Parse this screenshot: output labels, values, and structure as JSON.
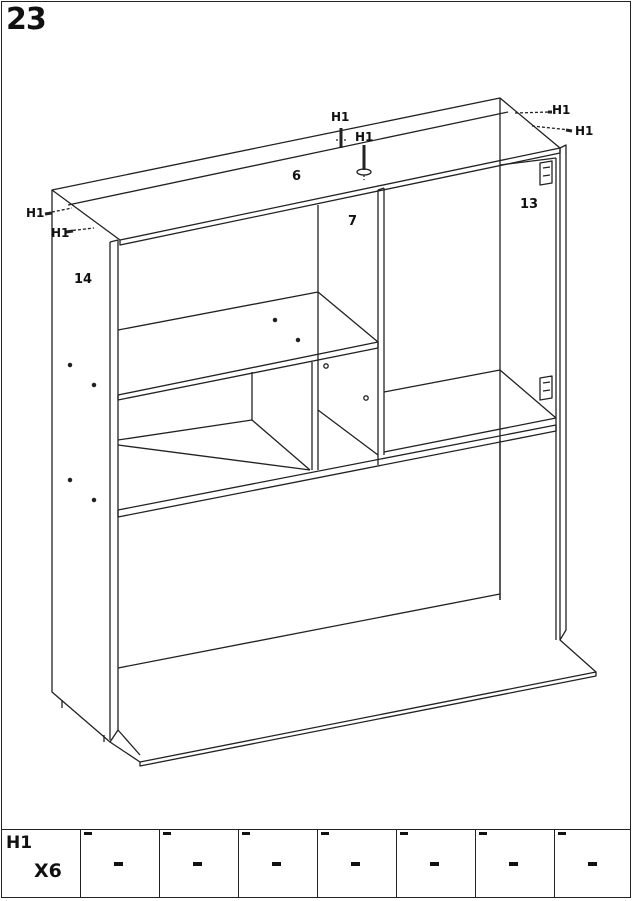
{
  "step": {
    "number": "23"
  },
  "part_labels": {
    "panel_top": "6",
    "panel_divider": "7",
    "panel_right_side": "13",
    "panel_left_side": "14",
    "fitting": "H1"
  },
  "parts_table": {
    "part_id": "H1",
    "quantity": "X6",
    "cells": [
      "-",
      "-",
      "-",
      "-",
      "-",
      "-",
      "-"
    ]
  }
}
